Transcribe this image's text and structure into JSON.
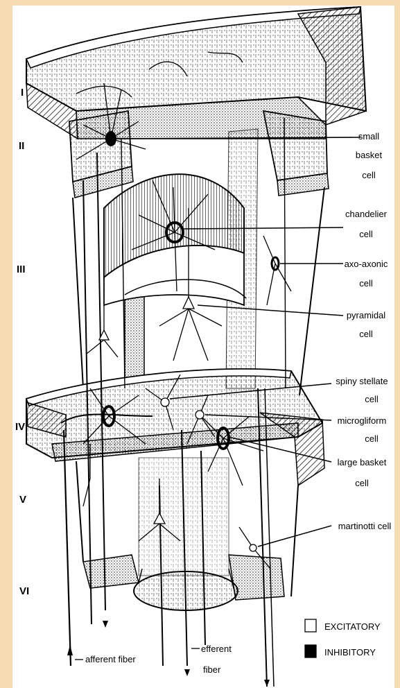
{
  "layers": [
    "I",
    "II",
    "III",
    "IV",
    "V",
    "VI"
  ],
  "cells": {
    "small_basket": [
      "small",
      "basket",
      "cell"
    ],
    "chandelier": [
      "chandelier",
      "cell"
    ],
    "axo_axonic": [
      "axo-axonic",
      "cell"
    ],
    "pyramidal": [
      "pyramidal",
      "cell"
    ],
    "spiny_stellate": [
      "spiny stellate",
      "cell"
    ],
    "microgliform": [
      "microgliform",
      "cell"
    ],
    "large_basket": [
      "large basket",
      "cell"
    ],
    "martinotti": [
      "martinotti cell"
    ]
  },
  "fibers": {
    "afferent": "afferent fiber",
    "efferent": [
      "efferent",
      "fiber"
    ]
  },
  "legend": {
    "excitatory": "EXCITATORY",
    "inhibitory": "INHIBITORY",
    "excitatory_color": "#ffffff",
    "inhibitory_color": "#000000"
  }
}
